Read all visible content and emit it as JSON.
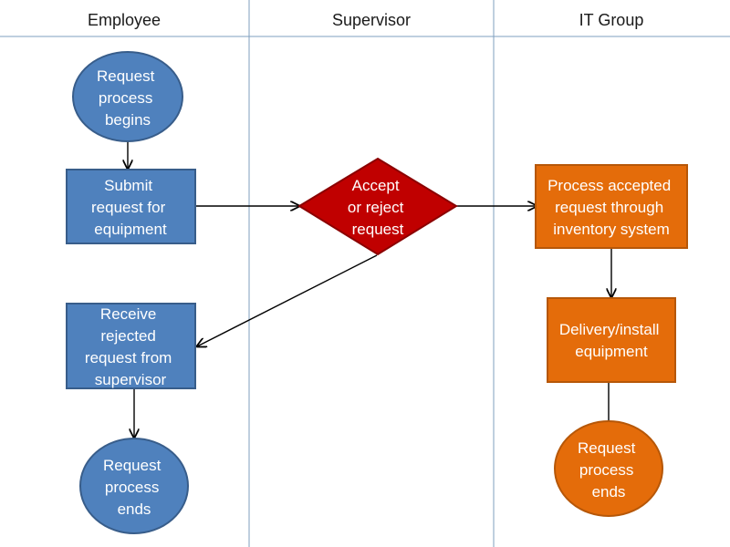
{
  "lanes": [
    {
      "title": "Employee"
    },
    {
      "title": "Supervisor"
    },
    {
      "title": "IT Group"
    }
  ],
  "nodes": {
    "employee_start": {
      "lines": [
        "Request",
        "process",
        "begins"
      ]
    },
    "employee_submit": {
      "lines": [
        "Submit",
        "request for",
        "equipment"
      ]
    },
    "supervisor_decision": {
      "lines": [
        "Accept",
        "or reject",
        "request"
      ]
    },
    "employee_receive_rejected": {
      "lines": [
        "Receive",
        "rejected",
        "request from",
        "supervisor"
      ]
    },
    "employee_end": {
      "lines": [
        "Request",
        "process",
        "ends"
      ]
    },
    "it_process": {
      "lines": [
        "Process accepted",
        "request through",
        "inventory system"
      ]
    },
    "it_delivery": {
      "lines": [
        "Delivery/install",
        "equipment"
      ]
    },
    "it_end": {
      "lines": [
        "Request",
        "process",
        "ends"
      ]
    }
  },
  "colors": {
    "employee_fill": "#4f81bd",
    "employee_stroke": "#385d8a",
    "decision_fill": "#c00000",
    "decision_stroke": "#8b0000",
    "it_fill": "#e46c0a",
    "it_stroke": "#b65708",
    "lane_line": "#7f9fbf"
  }
}
